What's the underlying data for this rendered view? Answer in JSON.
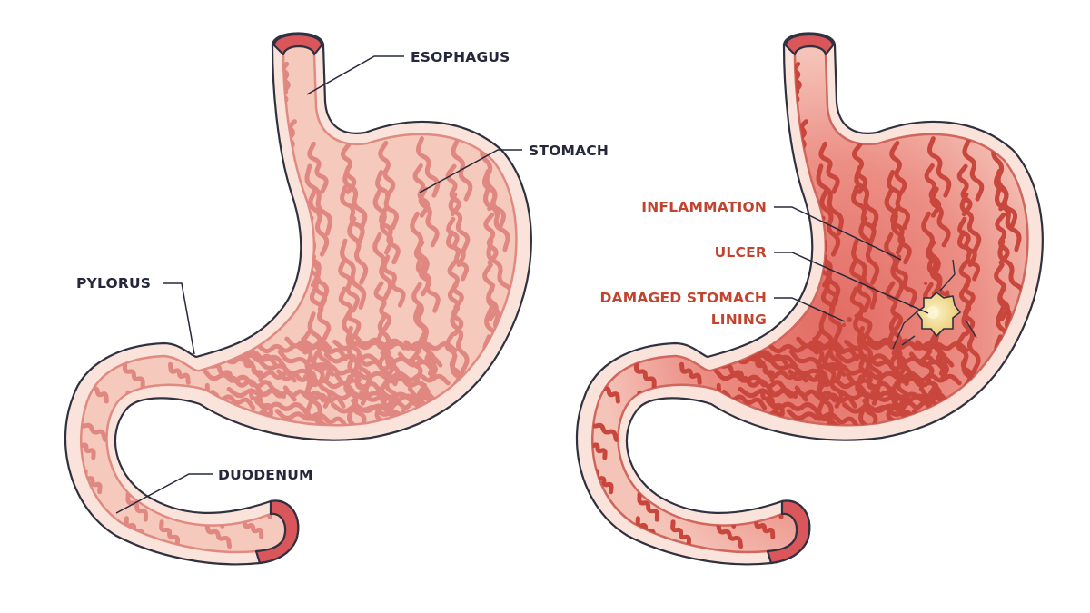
{
  "colors": {
    "outline": "#2f3140",
    "wall_fill": "#fae3da",
    "lumen_fill": "#f6c9bd",
    "lumen_inflamed": "#e9847a",
    "fold": "#df8780",
    "fold_inflamed": "#c9463d",
    "cap": "#d9575a",
    "ulcer": "#f0d98a",
    "label_normal": "#25283a",
    "label_pathology": "#c2442f"
  },
  "healthy": {
    "labels": {
      "esophagus": "ESOPHAGUS",
      "stomach": "STOMACH",
      "pylorus": "PYLORUS",
      "duodenum": "DUODENUM"
    }
  },
  "damaged": {
    "labels": {
      "inflammation": "INFLAMMATION",
      "ulcer": "ULCER",
      "damaged_line1": "DAMAGED STOMACH",
      "damaged_line2": "LINING"
    }
  }
}
